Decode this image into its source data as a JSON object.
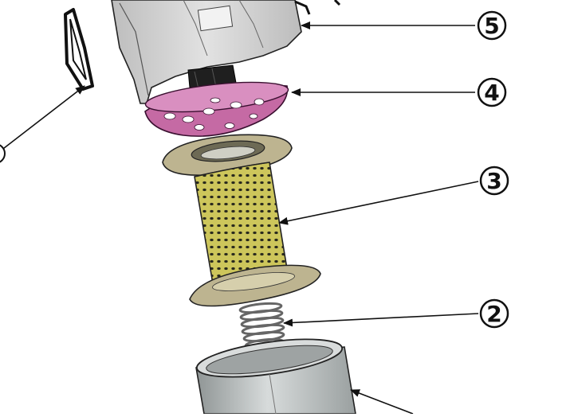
{
  "callouts": [
    {
      "number": "5",
      "part": "filter-head-housing"
    },
    {
      "number": "4",
      "part": "perforated-bowl-plate"
    },
    {
      "number": "3",
      "part": "mesh-filter-element"
    },
    {
      "number": "2",
      "part": "compression-spring"
    }
  ],
  "colors": {
    "housing": "#cfcfcf",
    "plate": "#c56aa4",
    "mesh": "#c7bf55",
    "flange": "#bdb490",
    "spring": "#9a9a9a",
    "canister": "#aeb3b3",
    "line": "#111111"
  }
}
